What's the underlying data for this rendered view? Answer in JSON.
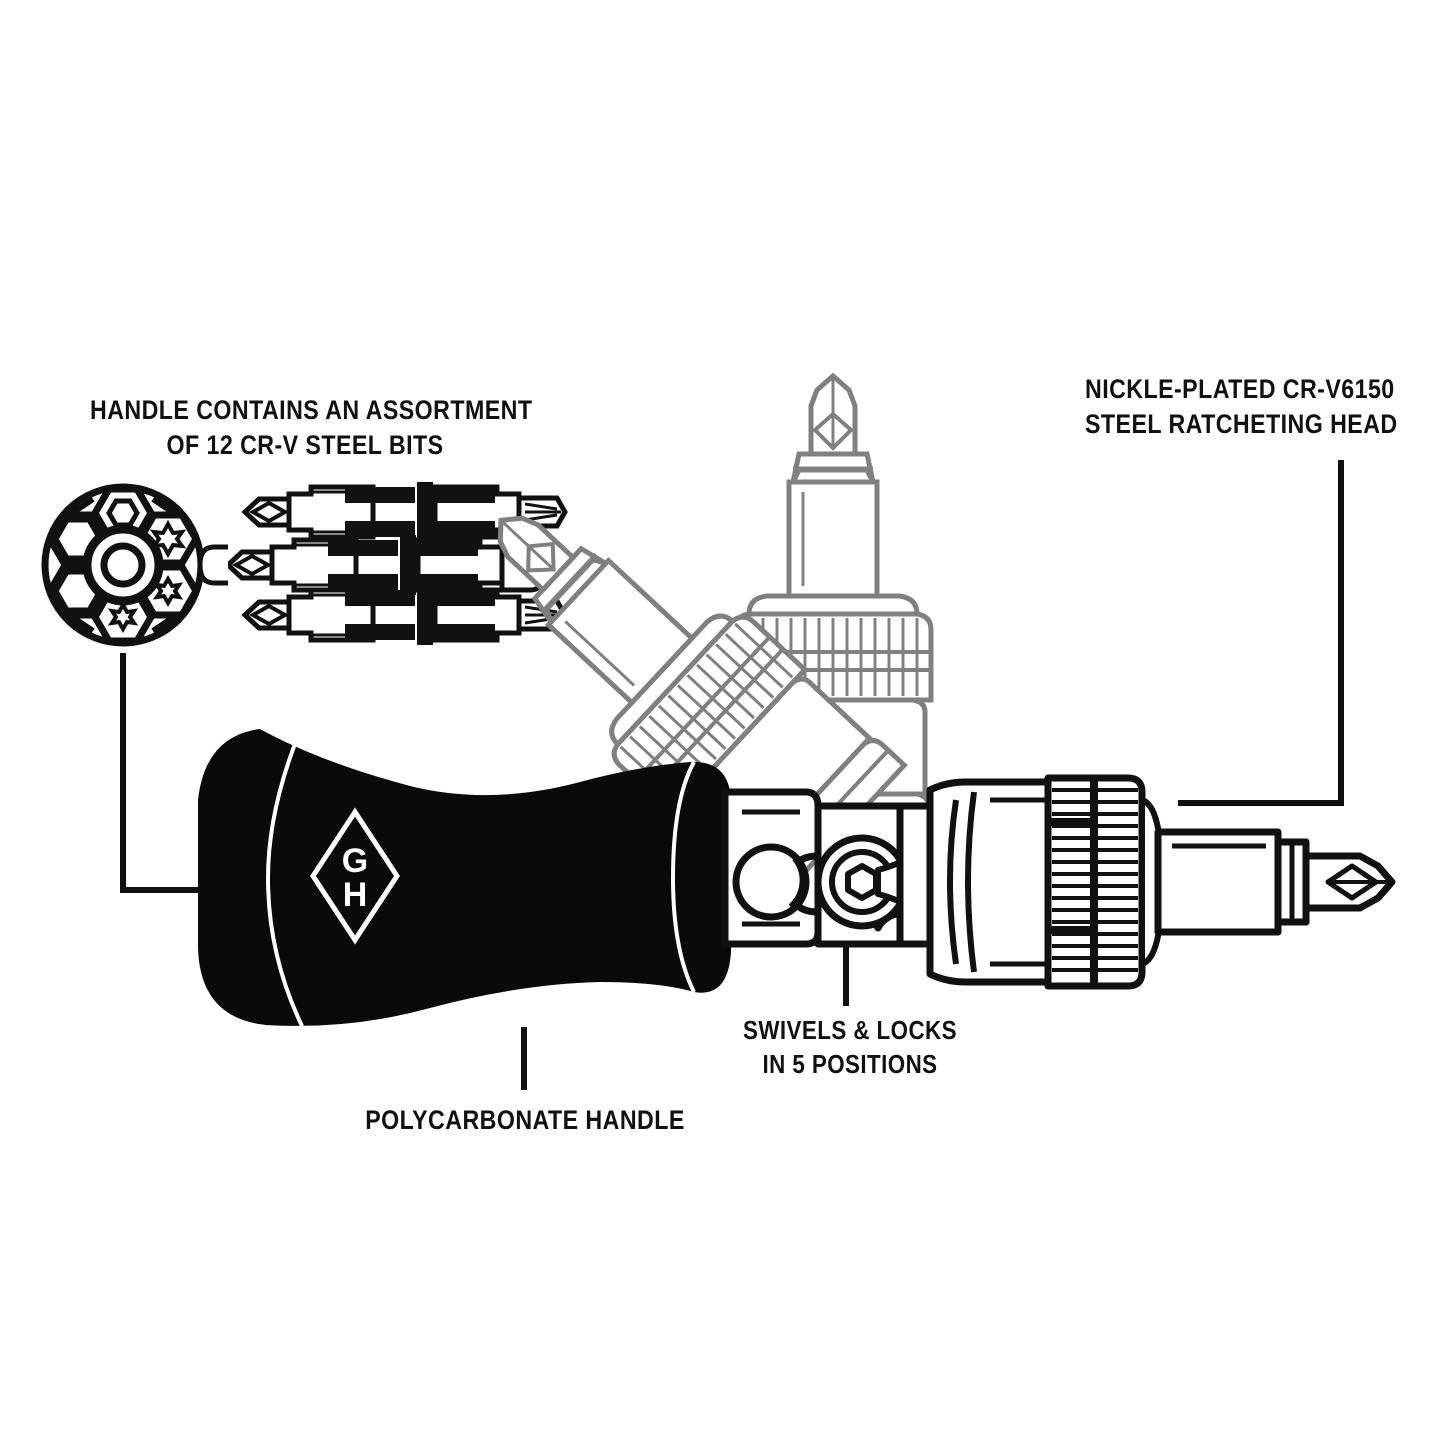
{
  "page": {
    "background_color": "#ffffff",
    "ink_color": "#111111",
    "ghost_color": "#808080",
    "title": "Ratcheting Screwdriver Feature Callout Diagram"
  },
  "callouts": [
    {
      "id": "bits",
      "name": "bits-assortment-callout",
      "lines": [
        "HANDLE CONTAINS AN ASSORTMENT",
        "OF 12 CR-V STEEL BITS"
      ],
      "line1": "HANDLE CONTAINS AN ASSORTMENT",
      "line2": "OF 12 CR-V STEEL BITS",
      "leader": "elbow-down-right"
    },
    {
      "id": "head",
      "name": "ratcheting-head-callout",
      "lines": [
        "NICKLE-PLATED CR-V6150",
        "STEEL RATCHETING HEAD"
      ],
      "line1": "NICKLE-PLATED CR-V6150",
      "line2": "STEEL RATCHETING HEAD",
      "leader": "elbow-down-left"
    },
    {
      "id": "swivel",
      "name": "swivel-positions-callout",
      "lines": [
        "SWIVELS & LOCKS",
        "IN 5 POSITIONS"
      ],
      "line1": "SWIVELS & LOCKS",
      "line2": "IN 5 POSITIONS",
      "leader": "straight-up"
    },
    {
      "id": "handle",
      "name": "polycarbonate-handle-callout",
      "lines": [
        "POLYCARBONATE HANDLE"
      ],
      "line1": "POLYCARBONATE HANDLE",
      "line2": "",
      "leader": "straight-up"
    }
  ],
  "logo": {
    "name": "gh-diamond-logo",
    "letters": "GH",
    "letter_top": "G",
    "letter_bottom": "H",
    "shape": "diamond-outline",
    "color": "#ffffff"
  },
  "illustration": {
    "bit_carousel": {
      "name": "bit-carousel-rosette",
      "socket_count": 6,
      "socket_shapes": [
        "hex",
        "torx-star",
        "torx-star",
        "hex",
        "hex",
        "torx-star"
      ],
      "center": "ring"
    },
    "bit_bundle": {
      "name": "double-ended-bit-bundle",
      "bit_count": 3,
      "left_tip": "phillips",
      "right_tip": "torx",
      "shank": "hex-black"
    },
    "handle": {
      "name": "polycarbonate-handle",
      "silhouette": "waisted-hourglass",
      "fill": "#0a0a0a",
      "seam_lines": 2
    },
    "ratchet_head": {
      "name": "ratcheting-head-main",
      "parts": [
        "swivel-yoke",
        "hex-pivot-bolt",
        "barrel",
        "knurled-ratchet-collar",
        "shaft",
        "hex-collar",
        "phillips-bit"
      ],
      "orientation": "horizontal"
    },
    "ghost_heads": [
      {
        "name": "ghost-head-vertical",
        "angle_deg": 0,
        "color": "#808080"
      },
      {
        "name": "ghost-head-diagonal",
        "angle_deg": 45,
        "color": "#808080"
      }
    ]
  }
}
